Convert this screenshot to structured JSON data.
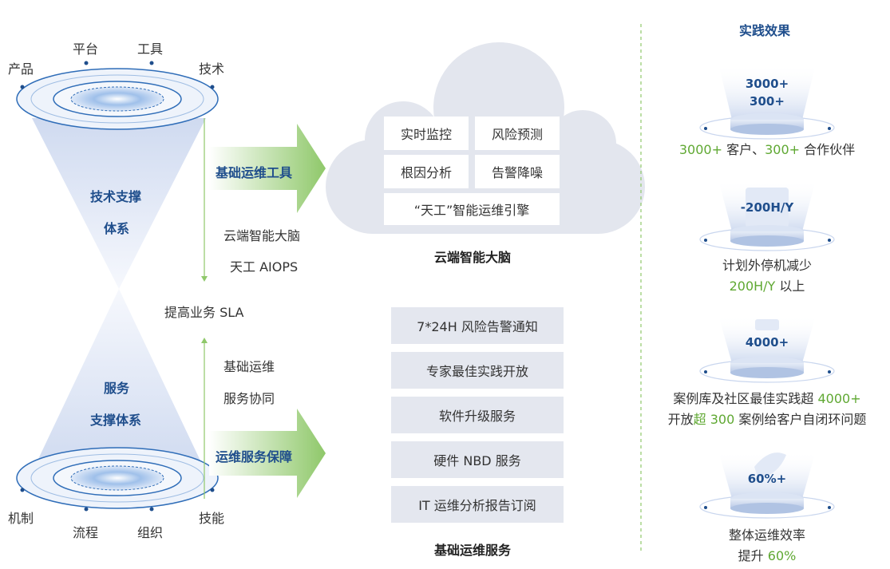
{
  "left": {
    "top_labels": [
      "产品",
      "平台",
      "工具",
      "技术"
    ],
    "bottom_labels": [
      "机制",
      "流程",
      "组织",
      "技能"
    ],
    "top_funnel_title": [
      "技术支撑",
      "体系"
    ],
    "bottom_funnel_title": [
      "服务",
      "支撑体系"
    ],
    "middle_label": "提高业务 SLA"
  },
  "arrows": {
    "upper": {
      "title": "基础运维工具",
      "items": [
        "云端智能大脑",
        "天工 AIOPS"
      ]
    },
    "lower": {
      "title": "运维服务保障",
      "items": [
        "基础运维",
        "服务协同"
      ]
    }
  },
  "cloud": {
    "boxes": [
      "实时监控",
      "风险预测",
      "根因分析",
      "告警降噪"
    ],
    "engine": "“天工”智能运维引擎",
    "caption": "云端智能大脑"
  },
  "services": {
    "items": [
      "7*24H 风险告警通知",
      "专家最佳实践开放",
      "软件升级服务",
      "硬件 NBD 服务",
      "IT 运维分析报告订阅"
    ],
    "caption": "基础运维服务"
  },
  "results": {
    "title": "实践效果",
    "m1": {
      "num1": "3000+",
      "num2": "300+",
      "t1": "3000+",
      "t2": " 客户、",
      "t3": "300+",
      "t4": " 合作伙伴"
    },
    "m2": {
      "num": "-200H/Y",
      "line1": "计划外停机减少",
      "l2a": "200H/Y",
      "l2b": " 以上"
    },
    "m3": {
      "num": "4000+",
      "l1a": "案例库及社区最佳实践超 ",
      "l1b": "4000+",
      "l2a": "开放",
      "l2b": "超 300",
      "l2c": " 案例给客户自闭环问题"
    },
    "m4": {
      "num": "60%+",
      "line1": "整体运维效率",
      "l2a": "提升 ",
      "l2b": "60%"
    }
  },
  "colors": {
    "blue": "#1f4e8c",
    "green": "#5fa832",
    "box": "#e4e7ef",
    "cloud": "#e3e6ee"
  }
}
